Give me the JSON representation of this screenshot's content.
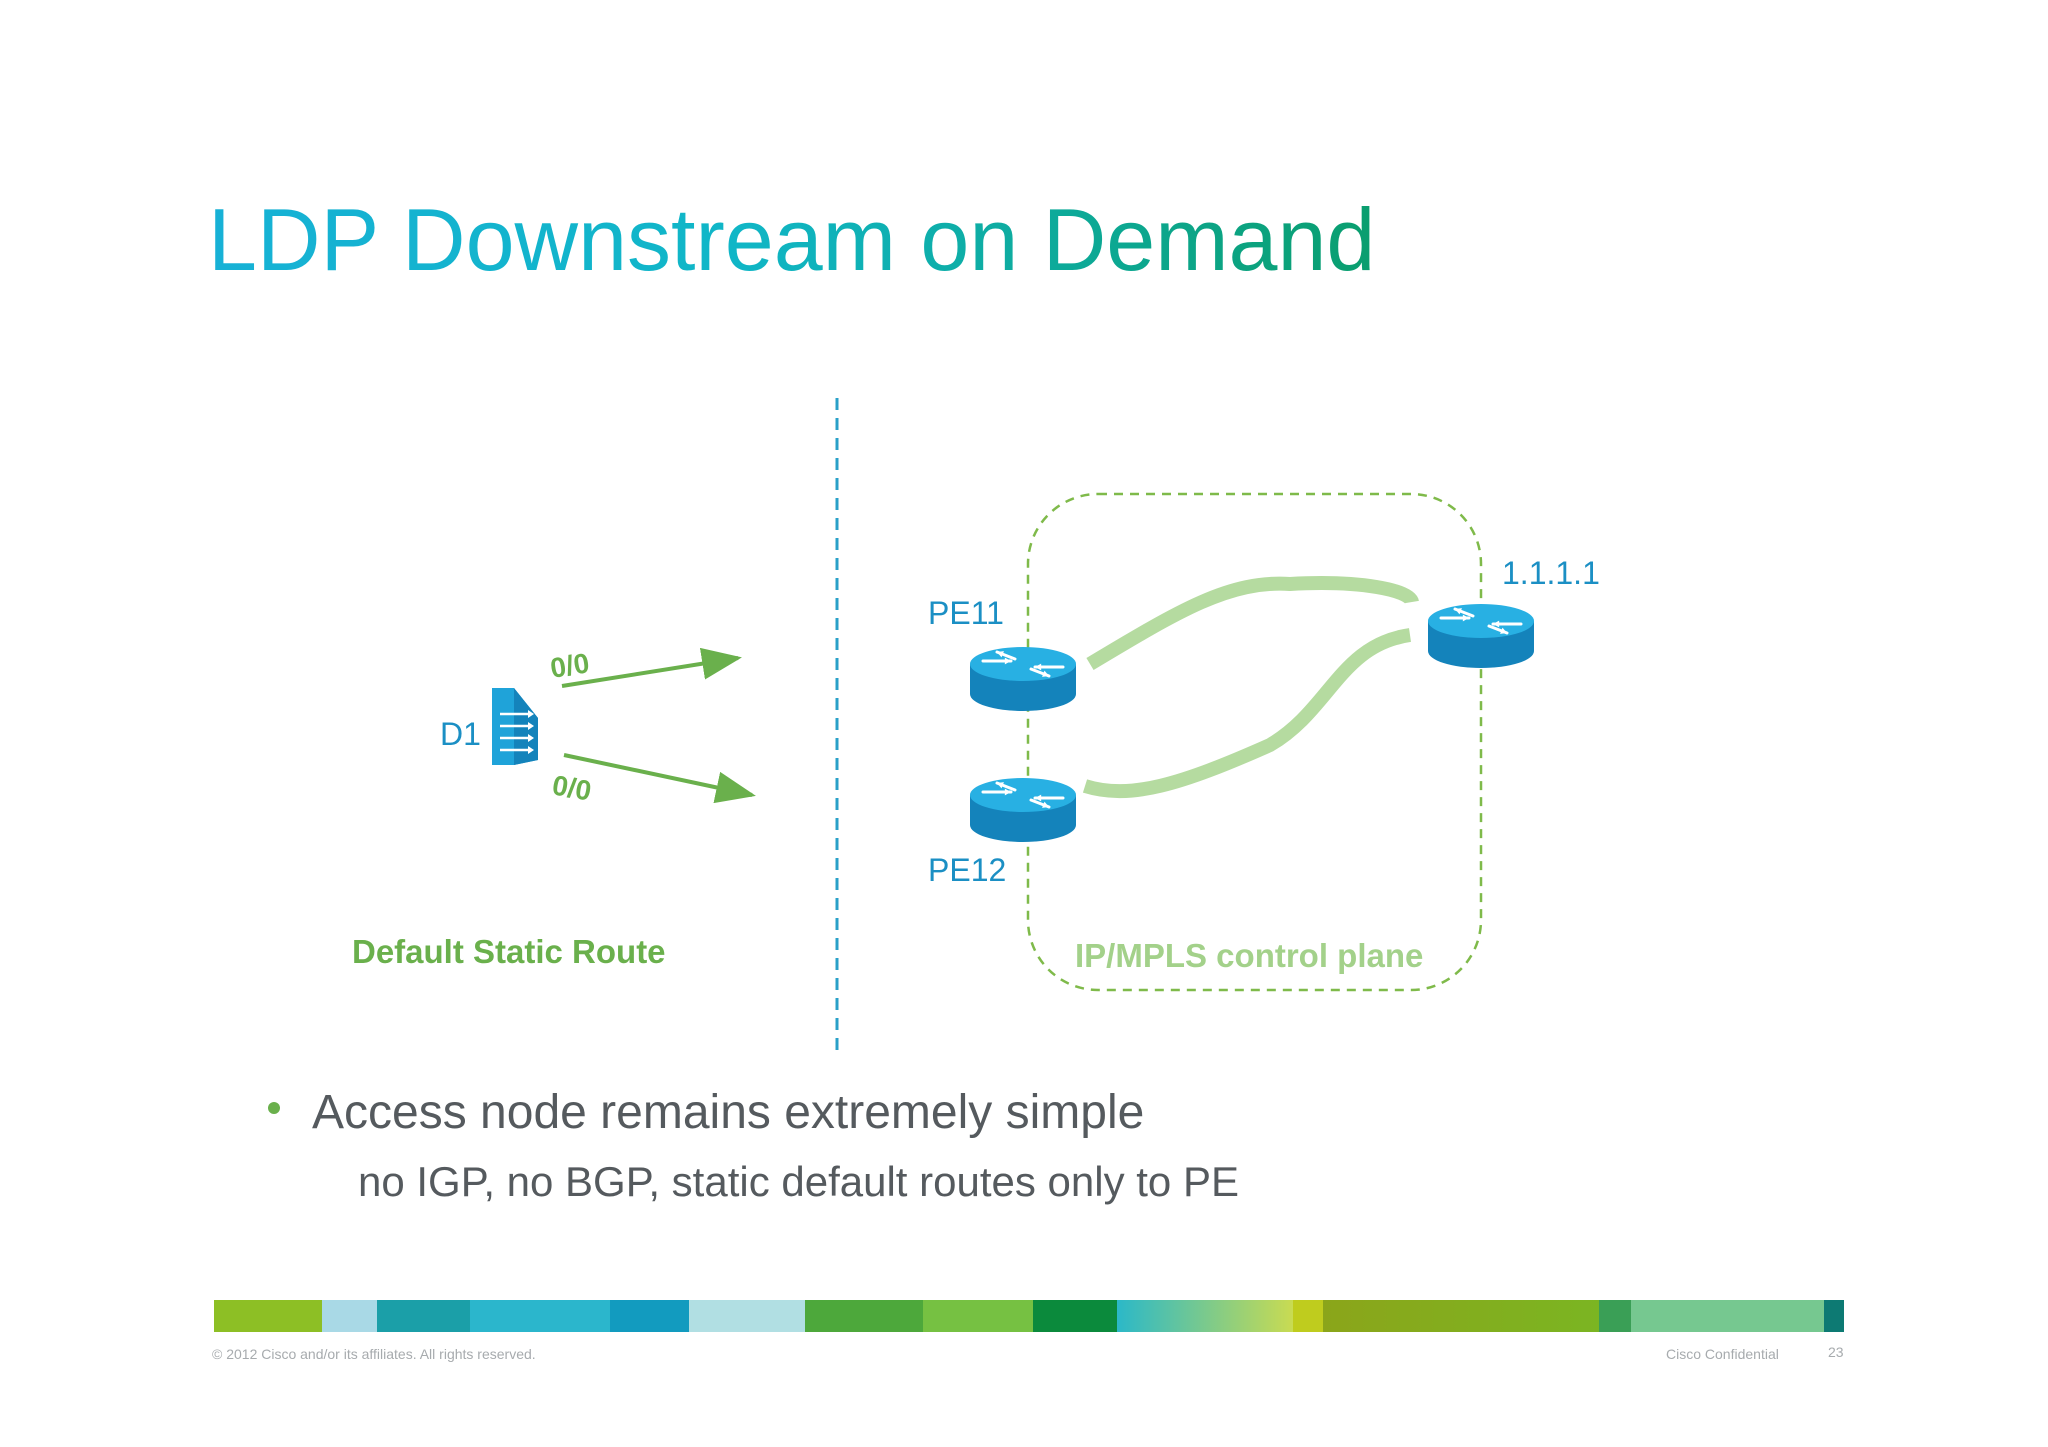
{
  "slide": {
    "title": "LDP Downstream on Demand",
    "bullet": "Access node remains extremely simple",
    "sub_bullet": "no IGP, no BGP, static default routes only to PE"
  },
  "diagram": {
    "left_node": {
      "label": "D1",
      "icon": "access-switch-icon"
    },
    "routes": [
      {
        "label": "0/0"
      },
      {
        "label": "0/0"
      }
    ],
    "left_caption": "Default Static Route",
    "routers": [
      {
        "label": "PE11",
        "icon": "router-icon"
      },
      {
        "label": "PE12",
        "icon": "router-icon"
      },
      {
        "label": "1.1.1.1",
        "icon": "router-icon"
      }
    ],
    "domain_caption": "IP/MPLS control plane"
  },
  "footer": {
    "copyright": "© 2012 Cisco and/or its affiliates. All rights reserved.",
    "confidential": "Cisco Confidential",
    "page_number": "23"
  },
  "colors": {
    "title_start": "#17b1d6",
    "title_end": "#0a9e6e",
    "node_label": "#1b8fc4",
    "route_green": "#6ab04c",
    "link_light_green": "#b5dba0",
    "caption_light_green": "#a3d18a",
    "divider_blue": "#2aa0c8",
    "router_blue": "#1fa3d9"
  }
}
